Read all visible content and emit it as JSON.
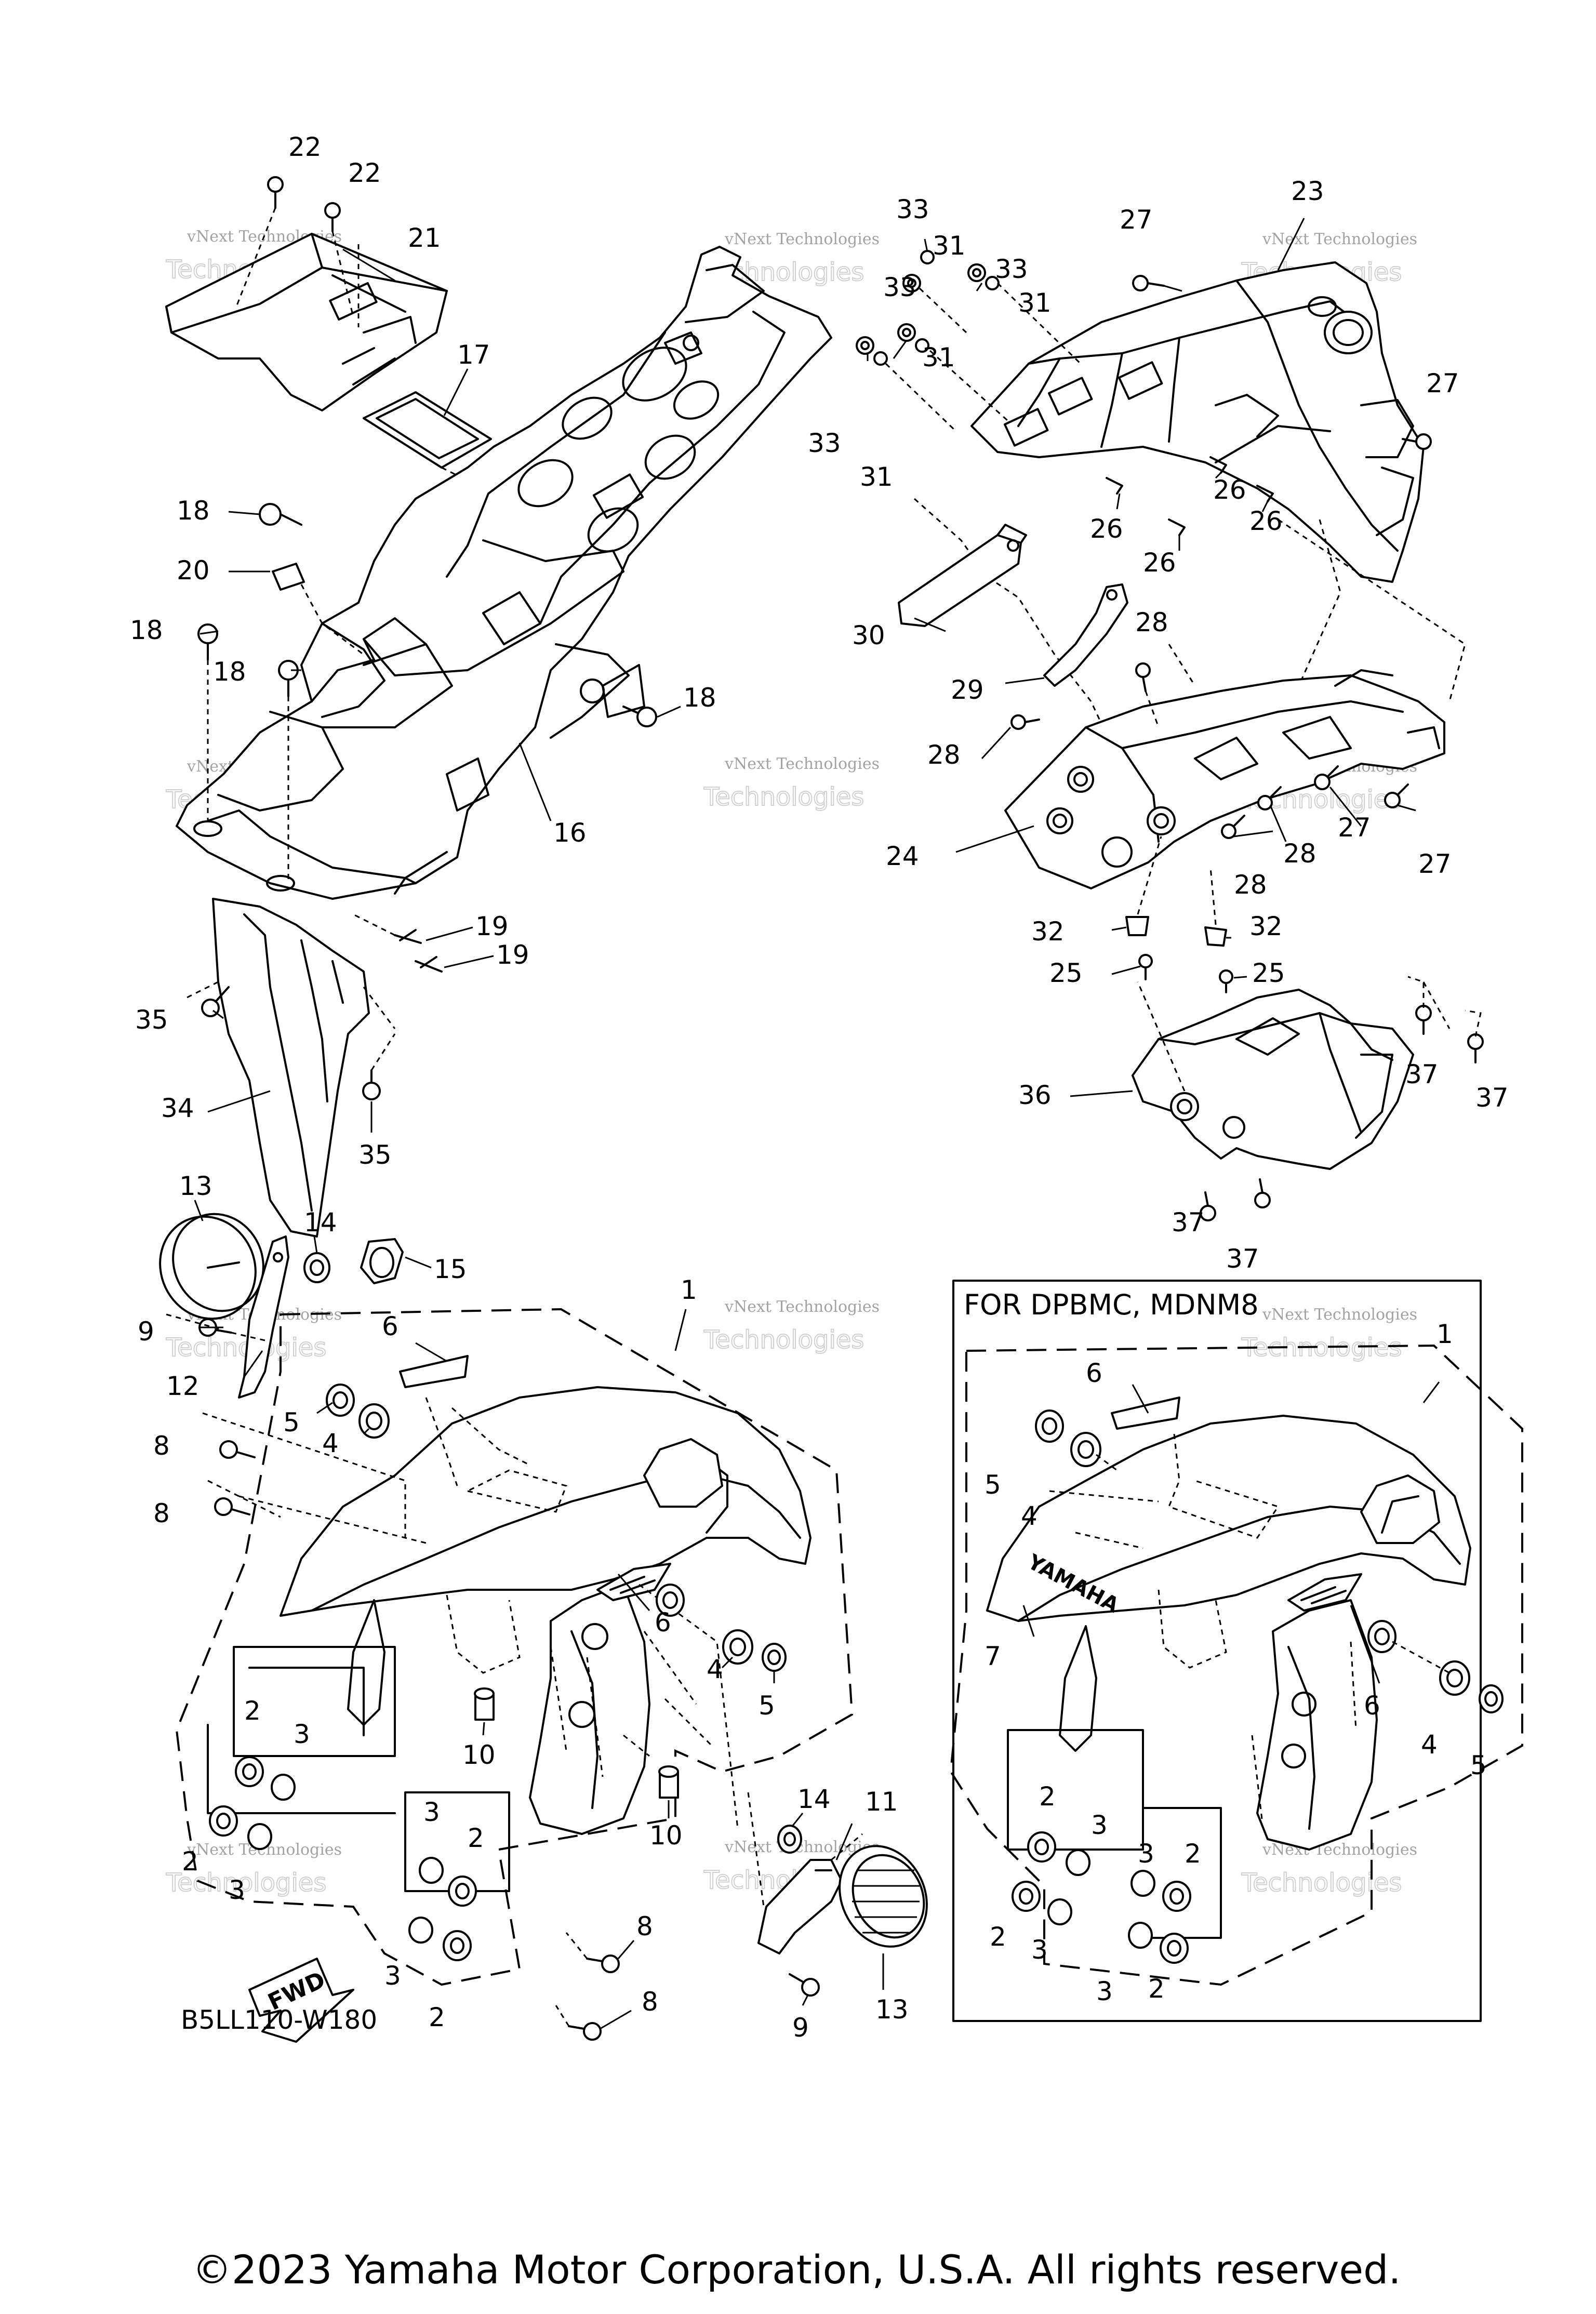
{
  "diagram": {
    "part_code": "B5LL110-W180",
    "variant_box_label": "FOR DPBMC, MDNM8",
    "direction_arrow_label": "FWD",
    "fender_logo": "YAMAHA",
    "copyright": "©2023 Yamaha Motor Corporation, U.S.A. All rights reserved.",
    "watermark_line1": "vNext Technologies",
    "watermark_line2": "Technologies"
  },
  "callouts": [
    {
      "id": "c-22a",
      "text": "22"
    },
    {
      "id": "c-22b",
      "text": "22"
    },
    {
      "id": "c-21",
      "text": "21"
    },
    {
      "id": "c-17",
      "text": "17"
    },
    {
      "id": "c-18a",
      "text": "18"
    },
    {
      "id": "c-20",
      "text": "20"
    },
    {
      "id": "c-18b",
      "text": "18"
    },
    {
      "id": "c-18c",
      "text": "18"
    },
    {
      "id": "c-18d",
      "text": "18"
    },
    {
      "id": "c-16",
      "text": "16"
    },
    {
      "id": "c-19a",
      "text": "19"
    },
    {
      "id": "c-19b",
      "text": "19"
    },
    {
      "id": "c-35a",
      "text": "35"
    },
    {
      "id": "c-34",
      "text": "34"
    },
    {
      "id": "c-35b",
      "text": "35"
    },
    {
      "id": "c-33a",
      "text": "33"
    },
    {
      "id": "c-31a",
      "text": "31"
    },
    {
      "id": "c-33b",
      "text": "33"
    },
    {
      "id": "c-31b",
      "text": "31"
    },
    {
      "id": "c-33c",
      "text": "33"
    },
    {
      "id": "c-31c",
      "text": "31"
    },
    {
      "id": "c-33d",
      "text": "33"
    },
    {
      "id": "c-31d",
      "text": "31"
    },
    {
      "id": "c-27a",
      "text": "27"
    },
    {
      "id": "c-23",
      "text": "23"
    },
    {
      "id": "c-27b",
      "text": "27"
    },
    {
      "id": "c-26a",
      "text": "26"
    },
    {
      "id": "c-26b",
      "text": "26"
    },
    {
      "id": "c-26c",
      "text": "26"
    },
    {
      "id": "c-26d",
      "text": "26"
    },
    {
      "id": "c-30",
      "text": "30"
    },
    {
      "id": "c-28a",
      "text": "28"
    },
    {
      "id": "c-29",
      "text": "29"
    },
    {
      "id": "c-28b",
      "text": "28"
    },
    {
      "id": "c-27c",
      "text": "27"
    },
    {
      "id": "c-27d",
      "text": "27"
    },
    {
      "id": "c-28c",
      "text": "28"
    },
    {
      "id": "c-28d",
      "text": "28"
    },
    {
      "id": "c-24",
      "text": "24"
    },
    {
      "id": "c-32a",
      "text": "32"
    },
    {
      "id": "c-32b",
      "text": "32"
    },
    {
      "id": "c-25a",
      "text": "25"
    },
    {
      "id": "c-25b",
      "text": "25"
    },
    {
      "id": "c-37a",
      "text": "37"
    },
    {
      "id": "c-37b",
      "text": "37"
    },
    {
      "id": "c-36",
      "text": "36"
    },
    {
      "id": "c-37c",
      "text": "37"
    },
    {
      "id": "c-37d",
      "text": "37"
    },
    {
      "id": "c-13a",
      "text": "13"
    },
    {
      "id": "c-14a",
      "text": "14"
    },
    {
      "id": "c-15",
      "text": "15"
    },
    {
      "id": "c-1a",
      "text": "1"
    },
    {
      "id": "c-9a",
      "text": "9"
    },
    {
      "id": "c-6a",
      "text": "6"
    },
    {
      "id": "c-12",
      "text": "12"
    },
    {
      "id": "c-5a",
      "text": "5"
    },
    {
      "id": "c-4a",
      "text": "4"
    },
    {
      "id": "c-8a",
      "text": "8"
    },
    {
      "id": "c-8b",
      "text": "8"
    },
    {
      "id": "c-6b",
      "text": "6"
    },
    {
      "id": "c-4b",
      "text": "4"
    },
    {
      "id": "c-5b",
      "text": "5"
    },
    {
      "id": "c-10a",
      "text": "10"
    },
    {
      "id": "c-2a",
      "text": "2"
    },
    {
      "id": "c-3a",
      "text": "3"
    },
    {
      "id": "c-2b",
      "text": "2"
    },
    {
      "id": "c-3b",
      "text": "3"
    },
    {
      "id": "c-10b",
      "text": "10"
    },
    {
      "id": "c-3c",
      "text": "3"
    },
    {
      "id": "c-2c",
      "text": "2"
    },
    {
      "id": "c-3d",
      "text": "3"
    },
    {
      "id": "c-2d",
      "text": "2"
    },
    {
      "id": "c-14b",
      "text": "14"
    },
    {
      "id": "c-11",
      "text": "11"
    },
    {
      "id": "c-8c",
      "text": "8"
    },
    {
      "id": "c-8d",
      "text": "8"
    },
    {
      "id": "c-9b",
      "text": "9"
    },
    {
      "id": "c-13b",
      "text": "13"
    },
    {
      "id": "c-1b",
      "text": "1"
    },
    {
      "id": "c-6c",
      "text": "6"
    },
    {
      "id": "c-5c",
      "text": "5"
    },
    {
      "id": "c-4c",
      "text": "4"
    },
    {
      "id": "c-7",
      "text": "7"
    },
    {
      "id": "c-6d",
      "text": "6"
    },
    {
      "id": "c-4d",
      "text": "4"
    },
    {
      "id": "c-5d",
      "text": "5"
    },
    {
      "id": "c-2e",
      "text": "2"
    },
    {
      "id": "c-3e",
      "text": "3"
    },
    {
      "id": "c-3f",
      "text": "3"
    },
    {
      "id": "c-2f",
      "text": "2"
    },
    {
      "id": "c-3g",
      "text": "3"
    },
    {
      "id": "c-2g",
      "text": "2"
    },
    {
      "id": "c-3h",
      "text": "3"
    },
    {
      "id": "c-2h",
      "text": "2"
    }
  ]
}
